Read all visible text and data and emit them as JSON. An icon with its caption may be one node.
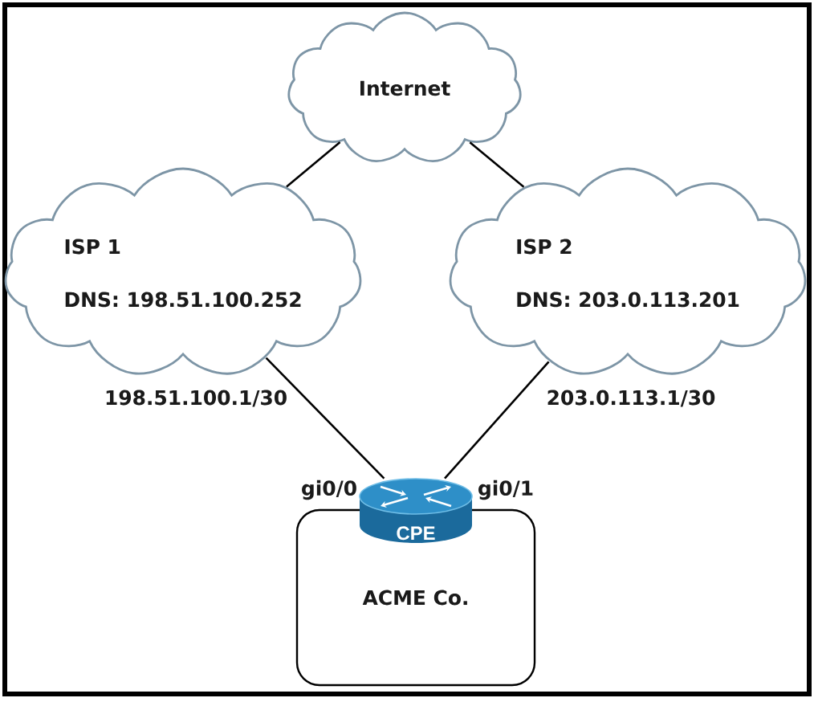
{
  "diagram": {
    "nodes": [
      {
        "text": [
          "Internet"
        ]
      },
      {
        "text": [
          "ISP 1",
          "DNS: 198.51.100.252"
        ]
      },
      {
        "text": [
          "ISP 2",
          "DNS: 203.0.113.201"
        ]
      },
      {
        "text": [
          "CPE"
        ],
        "beside": [
          "gi0/0",
          "gi0/1"
        ]
      },
      {
        "text": [
          "ACME Co."
        ]
      }
    ],
    "edges": [
      {
        "from": 0,
        "to": 1,
        "arrow": "none"
      },
      {
        "from": 0,
        "to": 2,
        "arrow": "none"
      },
      {
        "from": 1,
        "to": 3,
        "arrow": "none",
        "label": "198.51.100.1/30"
      },
      {
        "from": 2,
        "to": 3,
        "arrow": "none",
        "label": "203.0.113.1/30"
      }
    ]
  }
}
